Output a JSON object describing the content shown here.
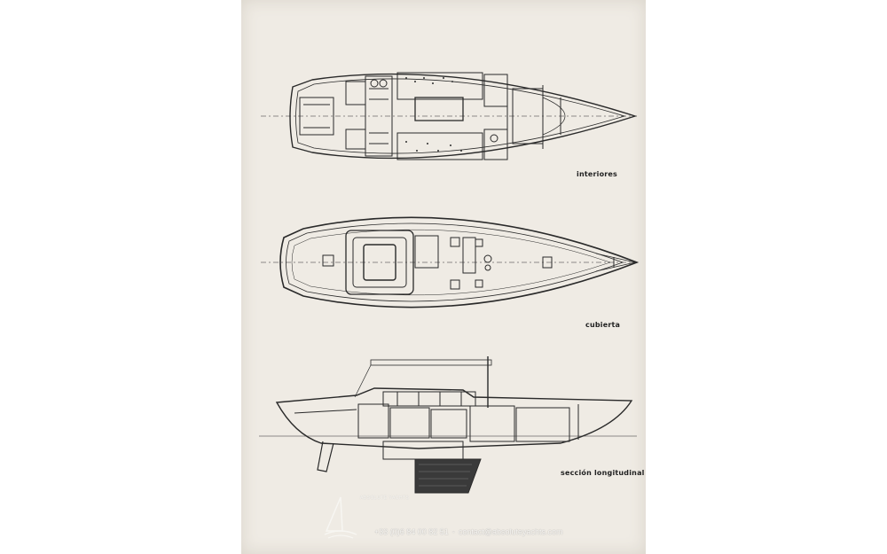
{
  "drawings": [
    {
      "name": "interior-plan-drawing",
      "caption": "interiores"
    },
    {
      "name": "deck-plan-drawing",
      "caption": "cubierta"
    },
    {
      "name": "longitudinal-section-drawing",
      "caption": "sección longitudinal"
    }
  ],
  "watermark": {
    "brand": "ABSOLUTE YACHTS",
    "phone": "+33 (0)6 84 00 82 51",
    "separator": "-",
    "email": "contact@absoluteyachts.com"
  },
  "colors": {
    "paper": "#efebe4",
    "ink": "#2a2a2a",
    "keel": "#3a3a3a"
  }
}
